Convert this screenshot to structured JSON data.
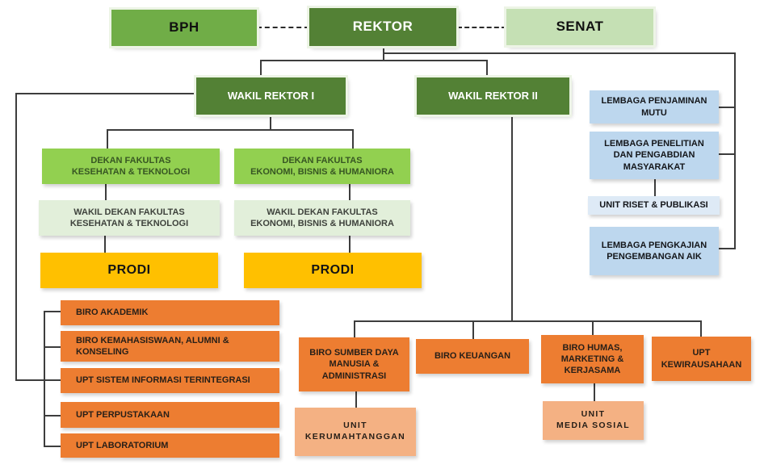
{
  "diagram": {
    "type": "organizational-chart",
    "background": "#ffffff",
    "nodes": {
      "bph": "BPH",
      "rektor": "REKTOR",
      "senat": "SENAT",
      "wakil_rektor_1": "WAKIL REKTOR I",
      "wakil_rektor_2": "WAKIL REKTOR II",
      "dekan_fkt": "DEKAN FAKULTAS\nKESEHATAN & TEKNOLOGI",
      "dekan_febh": "DEKAN FAKULTAS\nEKONOMI, BISNIS & HUMANIORA",
      "wakil_dekan_fkt": "WAKIL DEKAN FAKULTAS\nKESEHATAN & TEKNOLOGI",
      "wakil_dekan_febh": "WAKIL DEKAN FAKULTAS\nEKONOMI, BISNIS & HUMANIORA",
      "prodi_1": "PRODI",
      "prodi_2": "PRODI",
      "biro_akademik": "BIRO AKADEMIK",
      "biro_kemahasiswaan": "BIRO KEMAHASISWAAN, ALUMNI &\nKONSELING",
      "upt_sistem_informasi": "UPT SISTEM INFORMASI TERINTEGRASI",
      "upt_perpustakaan": "UPT PERPUSTAKAAN",
      "upt_laboratorium": "UPT LABORATORIUM",
      "biro_sdm": "BIRO SUMBER DAYA\nMANUSIA &\nADMINISTRASI",
      "biro_keuangan": "BIRO KEUANGAN",
      "biro_humas": "BIRO HUMAS,\nMARKETING &\nKERJASAMA",
      "upt_kewirausahaan": "UPT\nKEWIRAUSAHAAN",
      "unit_kerumahtanggan": "UNIT\nKERUMAHTANGGAN",
      "unit_media_sosial": "UNIT\nMEDIA SOSIAL",
      "lembaga_penjaminan_mutu": "LEMBAGA PENJAMINAN\nMUTU",
      "lembaga_penelitian": "LEMBAGA PENELITIAN\nDAN PENGABDIAN\nMASYARAKAT",
      "unit_riset_publikasi": "UNIT RISET & PUBLIKASI",
      "lembaga_pengkajian_aik": "LEMBAGA PENGKAJIAN\nPENGEMBANGAN AIK"
    },
    "edges": [
      {
        "from": "bph",
        "to": "rektor",
        "style": "dashed"
      },
      {
        "from": "rektor",
        "to": "senat",
        "style": "dashed"
      },
      {
        "from": "rektor",
        "to": "wakil_rektor_1",
        "style": "solid"
      },
      {
        "from": "rektor",
        "to": "wakil_rektor_2",
        "style": "solid"
      },
      {
        "from": "rektor",
        "to": "lembaga_penjaminan_mutu",
        "style": "solid"
      },
      {
        "from": "rektor",
        "to": "lembaga_penelitian",
        "style": "solid"
      },
      {
        "from": "lembaga_penelitian",
        "to": "unit_riset_publikasi",
        "style": "solid"
      },
      {
        "from": "rektor",
        "to": "lembaga_pengkajian_aik",
        "style": "solid"
      },
      {
        "from": "wakil_rektor_1",
        "to": "dekan_fkt",
        "style": "solid"
      },
      {
        "from": "wakil_rektor_1",
        "to": "dekan_febh",
        "style": "solid"
      },
      {
        "from": "dekan_fkt",
        "to": "wakil_dekan_fkt",
        "style": "solid"
      },
      {
        "from": "dekan_febh",
        "to": "wakil_dekan_febh",
        "style": "solid"
      },
      {
        "from": "wakil_dekan_fkt",
        "to": "prodi_1",
        "style": "solid"
      },
      {
        "from": "wakil_dekan_febh",
        "to": "prodi_2",
        "style": "solid"
      },
      {
        "from": "wakil_rektor_1",
        "to": "biro_akademik",
        "style": "solid"
      },
      {
        "from": "wakil_rektor_1",
        "to": "biro_kemahasiswaan",
        "style": "solid"
      },
      {
        "from": "wakil_rektor_1",
        "to": "upt_sistem_informasi",
        "style": "solid"
      },
      {
        "from": "wakil_rektor_1",
        "to": "upt_perpustakaan",
        "style": "solid"
      },
      {
        "from": "wakil_rektor_1",
        "to": "upt_laboratorium",
        "style": "solid"
      },
      {
        "from": "wakil_rektor_2",
        "to": "biro_sdm",
        "style": "solid"
      },
      {
        "from": "wakil_rektor_2",
        "to": "biro_keuangan",
        "style": "solid"
      },
      {
        "from": "wakil_rektor_2",
        "to": "biro_humas",
        "style": "solid"
      },
      {
        "from": "wakil_rektor_2",
        "to": "upt_kewirausahaan",
        "style": "solid"
      },
      {
        "from": "biro_sdm",
        "to": "unit_kerumahtanggan",
        "style": "solid"
      },
      {
        "from": "biro_humas",
        "to": "unit_media_sosial",
        "style": "solid"
      }
    ],
    "colors": {
      "green_dark": "#538135",
      "green_medium": "#70AD47",
      "green_bright": "#92D050",
      "green_pale": "#C5E0B4",
      "green_lightest": "#E2EFDA",
      "gold": "#FFC000",
      "orange": "#ED7D31",
      "orange_light": "#F4B183",
      "blue": "#BDD7EE",
      "blue_light": "#DEEAF6",
      "connector": "#3d3d3d"
    }
  }
}
